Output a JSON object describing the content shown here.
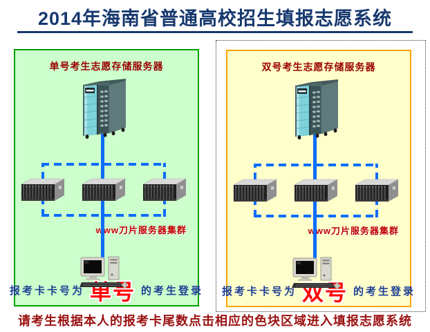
{
  "page": {
    "title": "2014年海南省普通高校招生填报志愿系统",
    "footer_note": "请考生根据本人的报考卡尾数点击相应的色块区域进入填报志愿系统"
  },
  "colors": {
    "title_navy": "#17386E",
    "login_blue_text": "#1D3F94",
    "panel_title_red": "#990000",
    "footer_red": "#9B1111",
    "highlight_red": "#FF0000",
    "cluster_label_red": "#C00000",
    "network_line_blue": "#0B6CFF",
    "odd_panel_bg": "#CCFFCC",
    "odd_panel_border": "#00A000",
    "even_panel_bg": "#FFFFCC",
    "even_panel_border": "#FFA500"
  },
  "odd_panel": {
    "server_label": "单号考生志愿存储服务器",
    "cluster_label": "www刀片服务器集群",
    "login_prefix": "报考卡卡号为",
    "login_number": "单号",
    "login_suffix": "的考生登录"
  },
  "even_panel": {
    "server_label": "双号考生志愿存储服务器",
    "cluster_label": "www刀片服务器集群",
    "login_prefix": "报考卡卡号为",
    "login_number": "双号",
    "login_suffix": "的考生登录"
  }
}
